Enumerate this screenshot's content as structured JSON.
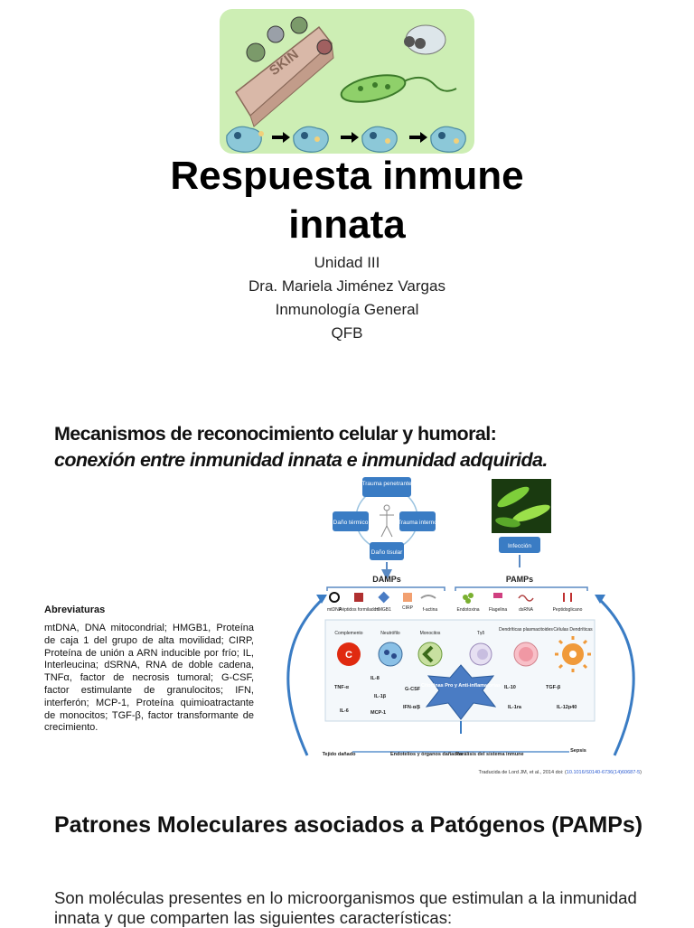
{
  "slide1": {
    "title_line1": "Respuesta inmune",
    "title_line2": "innata",
    "subtitle_lines": [
      "Unidad III",
      "Dra. Mariela Jiménez Vargas",
      "Inmunología General",
      "QFB"
    ],
    "illustration_text": "SKIN"
  },
  "slide2": {
    "heading_line1": "Mecanismos de reconocimiento celular y humoral:",
    "heading_line2": "conexión entre inmunidad innata e inmunidad adquirida.",
    "abbreviations_title": "Abreviaturas",
    "abbreviations_text": "mtDNA, DNA mitocondrial; HMGB1, Proteína de caja 1 del grupo de alta movilidad; CIRP, Proteína de unión a ARN inducible por frío; IL, Interleucina; dSRNA, RNA de doble cadena, TNFα, factor de necrosis tumoral; G-CSF, factor estimulante de granulocitos; IFN, interferón; MCP-1, Proteína quimioatractante de monocitos; TGF-β, factor transformante de crecimiento.",
    "diagram": {
      "trauma_penetrante": "Trauma penetrante",
      "dano_termico": "Daño térmico",
      "trauma_interno": "Trauma interno",
      "dano_tisular": "Daño tisular",
      "infeccion": "Infección",
      "damps": "DAMPs",
      "pamps": "PAMPs",
      "damp_items": [
        "mtDNA",
        "Péptidos formilados",
        "HMGB1",
        "CIRP",
        "f-actina"
      ],
      "pamp_items": [
        "Endotoxina",
        "Flagelina",
        "dsRNA",
        "Peptidoglicano"
      ],
      "cells": [
        "Complemento",
        "Neutrófilo",
        "Monocitos",
        "Tγδ",
        "Dendríticas plasmacitoides",
        "Células Dendríticas"
      ],
      "center": "Citocinas Pro y Anti-inflamatorias",
      "cytokines": [
        "TNF-α",
        "IL-8",
        "IL-1β",
        "IL-6",
        "MCP-1",
        "G-CSF",
        "IFN-α/β",
        "IL-10",
        "IL-1ra",
        "TGF-β",
        "IL-12p40"
      ],
      "outcomes": [
        "Tejido dañado",
        "Endotelios y órganos dañados",
        "Parálisis del sistema inmune",
        "Sepsis"
      ],
      "source_prefix": "Traducida de Lord JM, et al., 2014 doi: (",
      "source_doi": "10.1016/S0140-6736(14)60687-5",
      "source_suffix": ")"
    }
  },
  "slide3": {
    "heading": "Patrones Moleculares asociados a Patógenos (PAMPs)",
    "paragraph": "Son moléculas presentes en lo microorganismos que estimulan a la inmunidad innata y que comparten las siguientes características:"
  }
}
